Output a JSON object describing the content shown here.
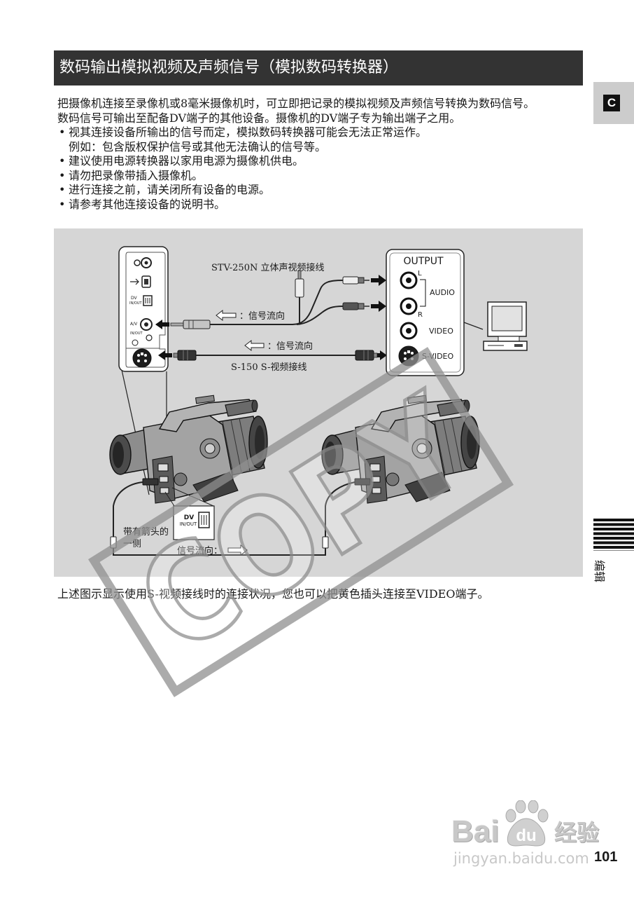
{
  "page": {
    "title": "数码输出模拟视频及声频信号（模拟数码转换器）",
    "section_tab": "C",
    "side_label": "编辑",
    "page_number": "101"
  },
  "intro": {
    "lines": [
      "把摄像机连接至录像机或8毫米摄像机时，可立即把记录的模拟视频及声频信号转换为数码信号。",
      "数码信号可输出至配备DV端子的其他设备。摄像机的DV端子专为输出端子之用。"
    ]
  },
  "bullet": "•",
  "notes": [
    {
      "text": "视其连接设备所输出的信号而定，模拟数码转换器可能会无法正常运作。",
      "continuation": "例如：包含版权保护信号或其他无法确认的信号等。"
    },
    {
      "text": "建议使用电源转换器以家用电源为摄像机供电。"
    },
    {
      "text": "请勿把录像带插入摄像机。"
    },
    {
      "text": "进行连接之前，请关闭所有设备的电源。"
    },
    {
      "text": "请参考其他连接设备的说明书。"
    }
  ],
  "diagram": {
    "cable_av": "STV-250N 立体声视频接线",
    "cable_s": "S-150 S-视频接线",
    "signal_flow_1": "：信号流向",
    "signal_flow_2": "：信号流向",
    "signal_flow_bottom": "信号流向：",
    "arrow_side_line1": "带有箭头的",
    "arrow_side_line2": "一侧",
    "camera_panel": {
      "dv": "DV",
      "dv_sub": "IN/OUT",
      "av": "A/V",
      "av_sub": "IN/OUT"
    },
    "output_panel": {
      "title": "OUTPUT",
      "l": "L",
      "r": "R",
      "audio": "AUDIO",
      "video": "VIDEO",
      "svideo": "S-VIDEO"
    },
    "dv_callout": {
      "label": "DV",
      "sub": "IN/OUT"
    }
  },
  "caption": "上述图示显示使用S-视频接线时的连接状况，您也可以把黄色插头连接至VIDEO端子。",
  "watermarks": {
    "stamp": "COPY",
    "baidu_brand_1": "Bai",
    "baidu_brand_2": "du",
    "baidu_cn": "经验",
    "baidu_url": "jingyan.baidu.com"
  },
  "colors": {
    "title_bar": "#333333",
    "diagram_bg": "#d6d6d6",
    "tab_bg": "#cccccc",
    "stamp": "#909090",
    "baidu": "#c8c8c8"
  }
}
